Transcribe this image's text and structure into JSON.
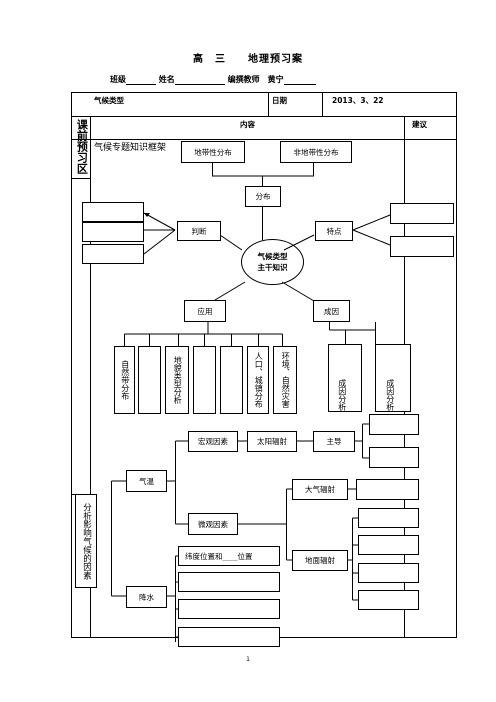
{
  "header": {
    "title": "高　三　　地理预习案",
    "class_label": "班级",
    "name_label": "姓名",
    "editor_label": "编撰教师　黄宁"
  },
  "table": {
    "topic_label": "气候类型",
    "date_label": "日期",
    "date_value": "2013、3、22",
    "content_label": "内容",
    "suggest_label": "建议",
    "side_label": "课前预习区"
  },
  "diagram": {
    "framework_label": "气候专题知识框架",
    "zonal": "地带性分布",
    "azonal": "非地带性分布",
    "distribution": "分布",
    "judge": "判断",
    "features": "特点",
    "center_line1": "气候类型",
    "center_line2": "主干知识",
    "application": "应用",
    "cause": "成因",
    "app_items": [
      "自然带分布",
      "",
      "地貌类型分析",
      "",
      "",
      "人口、城镇分布",
      "环境、自然灾害"
    ],
    "cause_items": [
      "成因分析",
      "成因分析"
    ]
  },
  "factors": {
    "side_label": "分析影响气候的因素",
    "temperature": "气温",
    "precip": "降水",
    "macro": "宏观因素",
    "solar": "太阳辐射",
    "dominant": "主导",
    "micro": "微观因素",
    "atmos_rad": "大气辐射",
    "ground_rad": "地面辐射",
    "lat_position": "纬度位置和____位置"
  },
  "footer": {
    "page_num": "1"
  }
}
